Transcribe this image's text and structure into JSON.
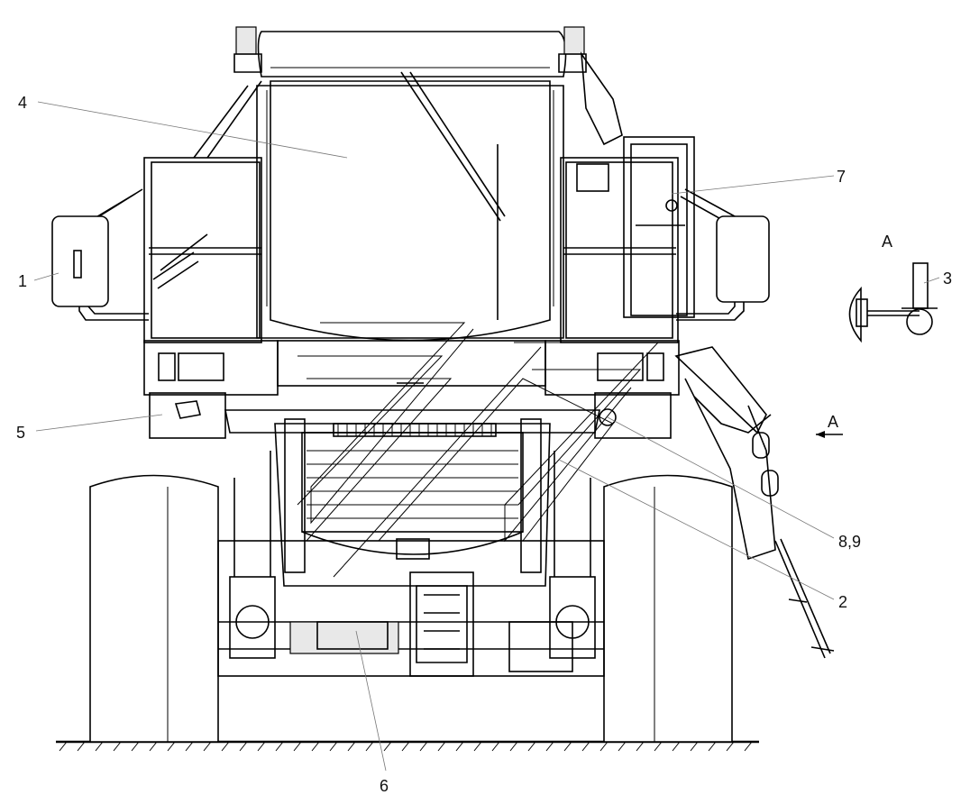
{
  "callouts": [
    {
      "id": "1",
      "label": "1"
    },
    {
      "id": "2",
      "label": "2"
    },
    {
      "id": "3",
      "label": "3"
    },
    {
      "id": "4",
      "label": "4"
    },
    {
      "id": "5",
      "label": "5"
    },
    {
      "id": "6",
      "label": "6"
    },
    {
      "id": "7",
      "label": "7"
    },
    {
      "id": "89",
      "label": "8,9"
    }
  ],
  "view": {
    "section_label": "A",
    "arrow_label": "A"
  }
}
